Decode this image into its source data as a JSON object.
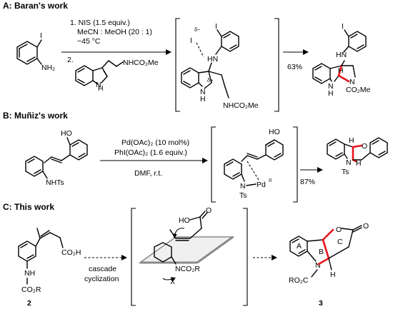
{
  "section_a": {
    "header": "A: Baran's work",
    "conditions": [
      "1. NIS (1.5 equiv.)",
      "MeCN : MeOH (20 : 1)",
      "−45 °C",
      "2."
    ],
    "yield": "63%"
  },
  "section_b": {
    "header": "B: Muñiz's work",
    "conditions": [
      "Pd(OAc)₂ (10 mol%)",
      "PhI(OAc)₂ (1.6 equiv.)",
      "DMF, r.t."
    ],
    "yield": "87%"
  },
  "section_c": {
    "header": "C: This work",
    "arrow_label": [
      "cascade",
      "cyclization"
    ],
    "start_label": "2",
    "product_label": "3"
  },
  "atoms": {
    "I": "I",
    "NH2": "NH₂",
    "NH": "NH",
    "HN": "HN",
    "H": "H",
    "N": "N",
    "NHCO2Me": "NHCO₂Me",
    "CO2Me": "CO₂Me",
    "delta_minus": "δ−",
    "delta_plus": "δ+",
    "HO": "HO",
    "NHTs": "NHTs",
    "Ts": "Ts",
    "Pd_II": "Pd",
    "Pd_ox": "II",
    "O": "O",
    "CO2H": "CO₂H",
    "CO2R": "CO₂R",
    "NCO2R": "NCO₂R",
    "X": "X",
    "RO2C": "RO₂C",
    "ring_A": "A",
    "ring_B": "B",
    "ring_C": "C"
  }
}
